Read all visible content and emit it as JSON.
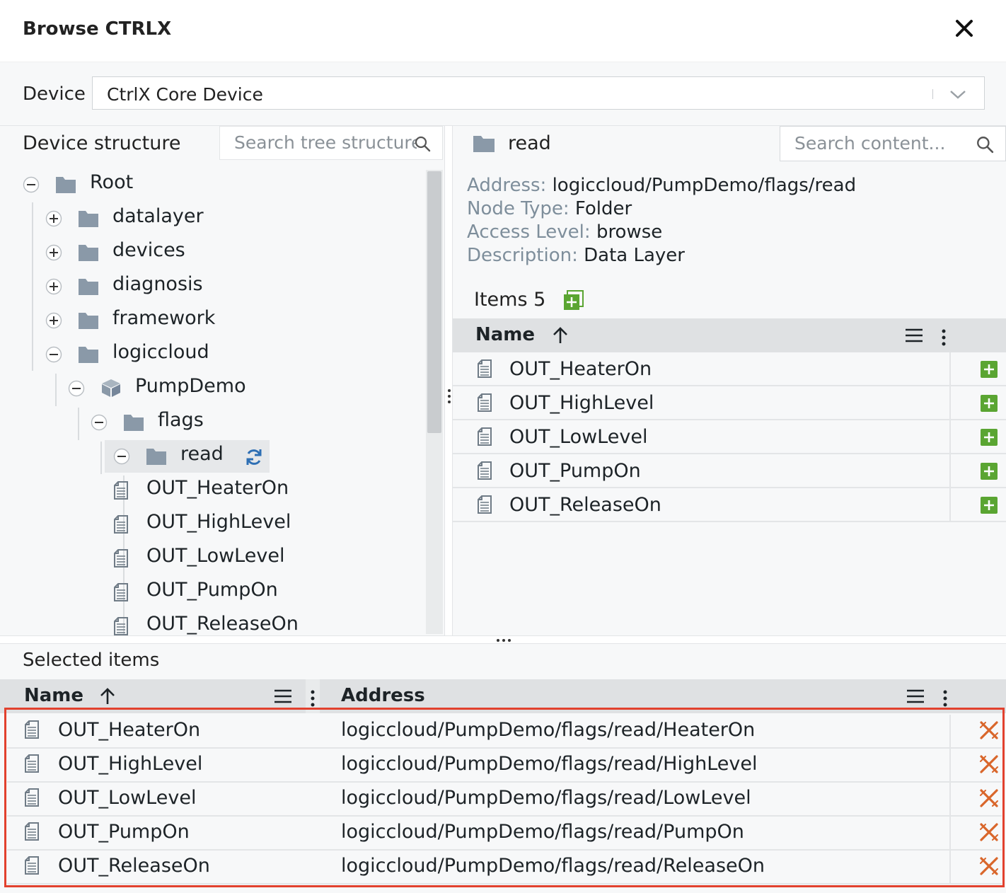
{
  "dialog": {
    "title": "Browse CTRLX"
  },
  "device": {
    "label": "Device",
    "selected": "CtrlX Core Device"
  },
  "tree": {
    "title": "Device structure",
    "search_placeholder": "Search tree structure...",
    "nodes": [
      {
        "label": "Root",
        "state": "expanded"
      },
      {
        "label": "datalayer",
        "state": "collapsed"
      },
      {
        "label": "devices",
        "state": "collapsed"
      },
      {
        "label": "diagnosis",
        "state": "collapsed"
      },
      {
        "label": "framework",
        "state": "collapsed"
      },
      {
        "label": "logiccloud",
        "state": "expanded"
      },
      {
        "label": "PumpDemo",
        "state": "expanded"
      },
      {
        "label": "flags",
        "state": "expanded"
      },
      {
        "label": "read",
        "state": "expanded"
      },
      {
        "label": "OUT_HeaterOn"
      },
      {
        "label": "OUT_HighLevel"
      },
      {
        "label": "OUT_LowLevel"
      },
      {
        "label": "OUT_PumpOn"
      },
      {
        "label": "OUT_ReleaseOn"
      }
    ]
  },
  "content": {
    "title": "read",
    "search_placeholder": "Search content...",
    "properties": [
      {
        "key": "Address:",
        "value": "logiccloud/PumpDemo/flags/read"
      },
      {
        "key": "Node Type:",
        "value": "Folder"
      },
      {
        "key": "Access Level:",
        "value": "browse"
      },
      {
        "key": "Description:",
        "value": "Data Layer"
      }
    ],
    "items_label": "Items 5",
    "column_name": "Name",
    "items": [
      "OUT_HeaterOn",
      "OUT_HighLevel",
      "OUT_LowLevel",
      "OUT_PumpOn",
      "OUT_ReleaseOn"
    ]
  },
  "selected": {
    "title": "Selected items",
    "col_name": "Name",
    "col_address": "Address",
    "rows": [
      {
        "name": "OUT_HeaterOn",
        "address": "logiccloud/PumpDemo/flags/read/HeaterOn"
      },
      {
        "name": "OUT_HighLevel",
        "address": "logiccloud/PumpDemo/flags/read/HighLevel"
      },
      {
        "name": "OUT_LowLevel",
        "address": "logiccloud/PumpDemo/flags/read/LowLevel"
      },
      {
        "name": "OUT_PumpOn",
        "address": "logiccloud/PumpDemo/flags/read/PumpOn"
      },
      {
        "name": "OUT_ReleaseOn",
        "address": "logiccloud/PumpDemo/flags/read/ReleaseOn"
      }
    ]
  },
  "colors": {
    "folder": "#8a99a8",
    "add": "#5aa532",
    "remove": "#d9662b",
    "highlight": "#e2412e"
  }
}
